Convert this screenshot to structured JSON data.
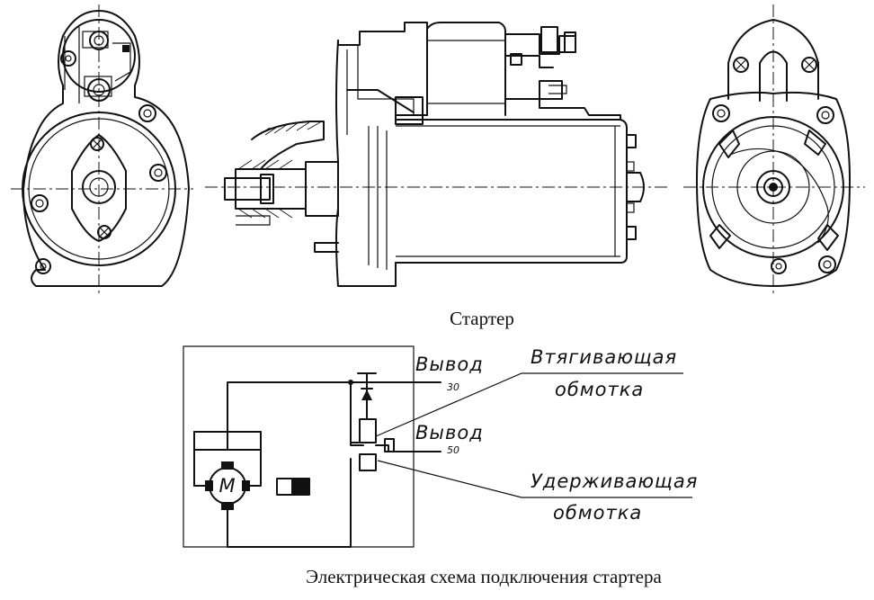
{
  "captions": {
    "starter": "Стартер",
    "schematic": "Электрическая схема подключения стартера"
  },
  "schematic": {
    "terminal_30_word": "Вывод",
    "terminal_30_number": "30",
    "terminal_50_word": "Вывод",
    "terminal_50_number": "50",
    "pull_in_winding_line1": "Втягивающая",
    "pull_in_winding_line2": "обмотка",
    "hold_in_winding_line1": "Удерживающая",
    "hold_in_winding_line2": "обмотка",
    "motor_symbol": "M"
  }
}
